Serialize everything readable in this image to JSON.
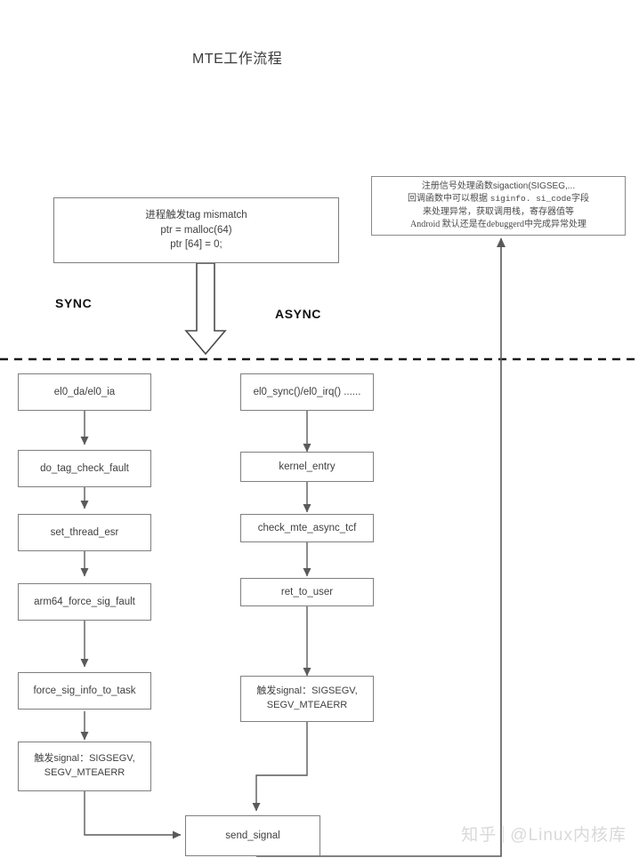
{
  "diagram": {
    "title": "MTE工作流程",
    "swimlanes": [
      {
        "id": "sync",
        "label": "SYNC"
      },
      {
        "id": "async",
        "label": "ASYNC"
      }
    ],
    "trigger_box": {
      "line1": "进程触发tag   mismatch",
      "line2": "ptr = malloc(64)",
      "line3": "ptr [64] = 0;"
    },
    "note_box": {
      "line1": "注册信号处理函数sigaction(SIGSEG,...",
      "line2_a": "回调函数中可以根据 ",
      "line2_b": "siginfo. si_code",
      "line2_c": "字段",
      "line3": "来处理异常，获取调用栈，寄存器值等",
      "line4": "Android 默认还是在debuggerd中完成异常处理"
    },
    "sync_nodes": [
      {
        "id": "el0_da",
        "label": "el0_da/el0_ia"
      },
      {
        "id": "do_tag_check_fault",
        "label": "do_tag_check_fault"
      },
      {
        "id": "set_thread_esr",
        "label": "set_thread_esr"
      },
      {
        "id": "arm64_force_sig_fault",
        "label": "arm64_force_sig_fault"
      },
      {
        "id": "force_sig_info_to_task",
        "label": "force_sig_info_to_task"
      },
      {
        "id": "sync_signal_line1",
        "label": "触发signal：SIGSEGV,",
        "label2": "SEGV_MTEAERR"
      }
    ],
    "async_nodes": [
      {
        "id": "el0_sync",
        "label": "el0_sync()/el0_irq() ......"
      },
      {
        "id": "kernel_entry",
        "label": "kernel_entry"
      },
      {
        "id": "check_mte_async_tcf",
        "label": "check_mte_async_tcf"
      },
      {
        "id": "ret_to_user",
        "label": "ret_to_user"
      },
      {
        "id": "async_signal",
        "label": "触发signal：SIGSEGV,",
        "label2": "SEGV_MTEAERR"
      }
    ],
    "merge_node": {
      "id": "send_signal",
      "label": "send_signal"
    },
    "watermark": {
      "brand": "知乎",
      "handle": "@Linux内核库"
    },
    "colors": {
      "box_border": "#7f7f7f",
      "connector": "#5a5a5a",
      "text": "#3f3f3f",
      "divider": "#1a1a1a",
      "watermark": "#d9d9d9"
    }
  }
}
